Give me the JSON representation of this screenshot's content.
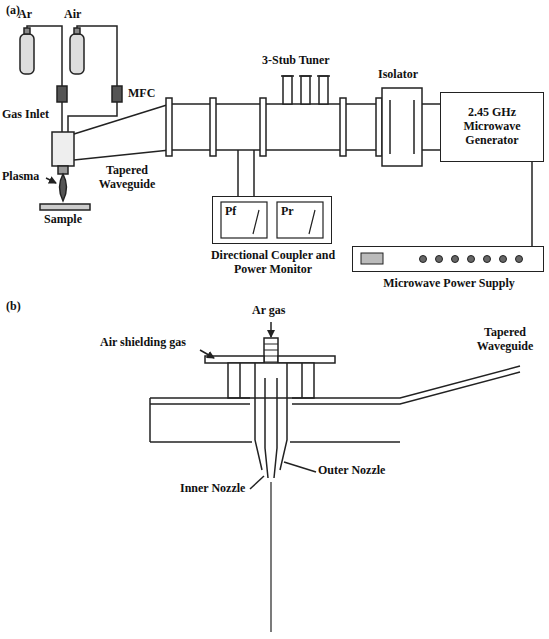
{
  "diagram": {
    "nodes": [
      {
        "text": [
          "2.45 GHz Microwave Generator"
        ]
      },
      {
        "text": [
          "Microwave Power Supply"
        ]
      },
      {
        "text": [
          "Pf",
          "Pr",
          "Directional Coupler and Power Monitor"
        ]
      }
    ],
    "edges": [
      {
        "from": 1,
        "to": 0,
        "arrow": "none"
      }
    ],
    "labels": [
      "(a)",
      "Ar",
      "Air",
      "MFC",
      "Gas Inlet",
      "Plasma",
      "Sample",
      "Tapered Waveguide",
      "3-Stub Tuner",
      "Isolator",
      "(b)",
      "Ar gas",
      "Air shielding gas",
      "Tapered Waveguide",
      "Inner Nozzle",
      "Outer Nozzle"
    ]
  }
}
